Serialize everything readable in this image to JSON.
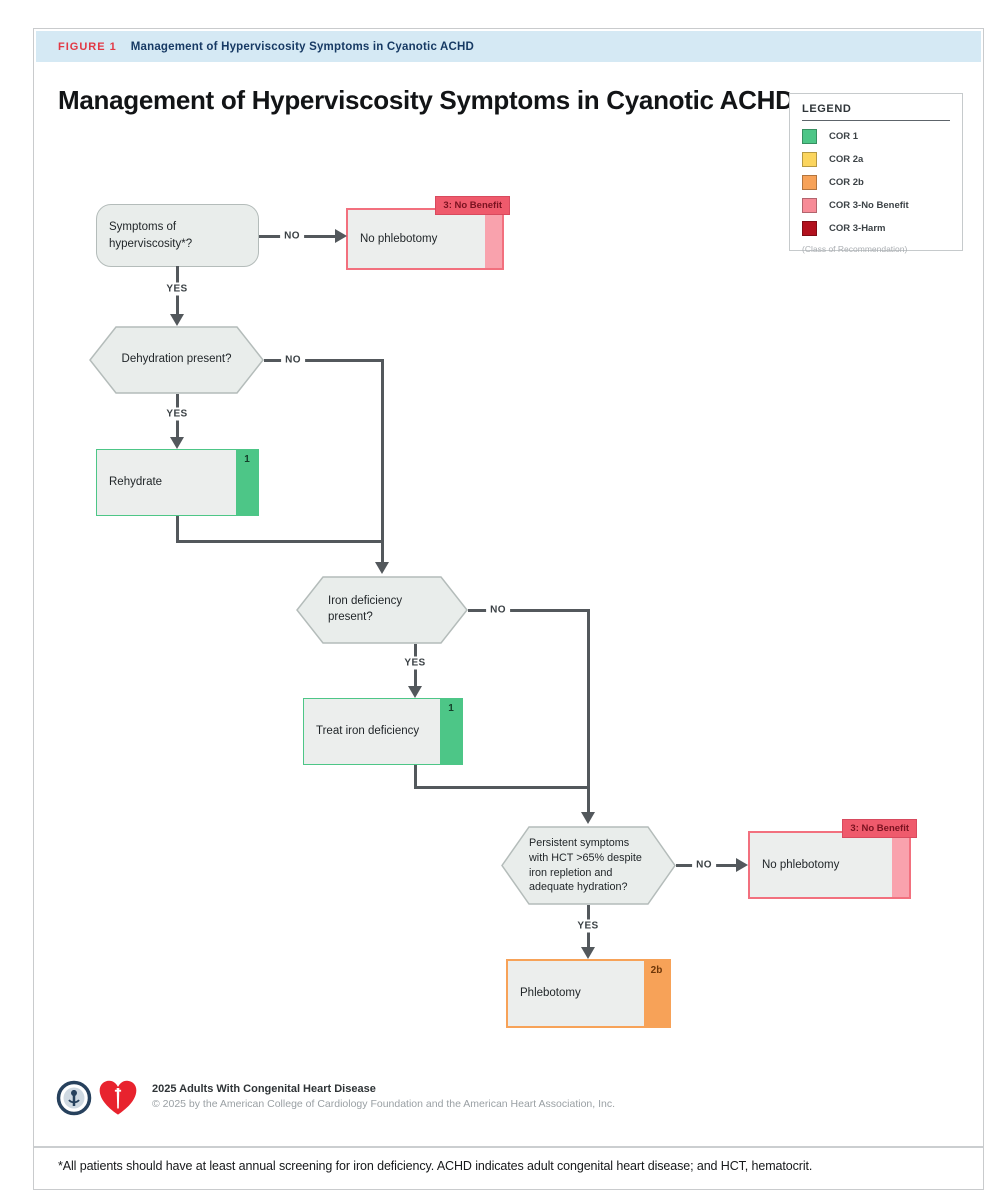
{
  "figure_header": {
    "label": "FIGURE 1",
    "title": "Management of Hyperviscosity Symptoms in Cyanotic ACHD"
  },
  "main_title": "Management of Hyperviscosity Symptoms in Cyanotic ACHD",
  "legend": {
    "title": "LEGEND",
    "items": [
      {
        "label": "COR 1",
        "color": "#4dc687"
      },
      {
        "label": "COR 2a",
        "color": "#fbd55e"
      },
      {
        "label": "COR 2b",
        "color": "#f7a258"
      },
      {
        "label": "COR 3-No Benefit",
        "color": "#f78b97"
      },
      {
        "label": "COR 3-Harm",
        "color": "#b2111e"
      }
    ],
    "note": "(Class of Recommendation)"
  },
  "flow": {
    "yes": "YES",
    "no": "NO",
    "nodes": {
      "symptoms": {
        "text": "Symptoms of\nhyperviscosity*?"
      },
      "no_phlebotomy_1": {
        "text": "No phlebotomy",
        "tag": "3: No Benefit"
      },
      "dehydration": {
        "text": "Dehydration present?"
      },
      "rehydrate": {
        "text": "Rehydrate",
        "cor": "1"
      },
      "iron_deficiency": {
        "text": "Iron deficiency\npresent?"
      },
      "treat_iron": {
        "text": "Treat iron deficiency",
        "cor": "1"
      },
      "persistent": {
        "text": "Persistent symptoms\nwith HCT >65% despite\niron repletion and\nadequate hydration?"
      },
      "no_phlebotomy_2": {
        "text": "No phlebotomy",
        "tag": "3: No Benefit"
      },
      "phlebotomy": {
        "text": "Phlebotomy",
        "cor": "2b"
      }
    }
  },
  "footer": {
    "icons": {
      "acc": "acc-college-of-cardiology-logo",
      "aha": "aha-heart-torch-logo"
    },
    "title": "2025 Adults With Congenital Heart Disease",
    "copyright": "© 2025 by the American College of Cardiology Foundation and the American Heart Association, Inc."
  },
  "footnote": "*All patients should have at least annual screening for iron deficiency. ACHD indicates adult congenital heart disease; and HCT, hematocrit.",
  "colors": {
    "header_bg": "#d5e9f4",
    "figure_label_red": "#e23844",
    "header_navy": "#173a64",
    "line": "#53585c",
    "node_fill": "#e9edeb",
    "cor1_green": "#4dc687",
    "cor2a_yellow": "#fbd55e",
    "cor2b_orange": "#f7a258",
    "cor3_no_benefit_pink": "#f78b97",
    "cor3_harm_red": "#b2111e"
  }
}
